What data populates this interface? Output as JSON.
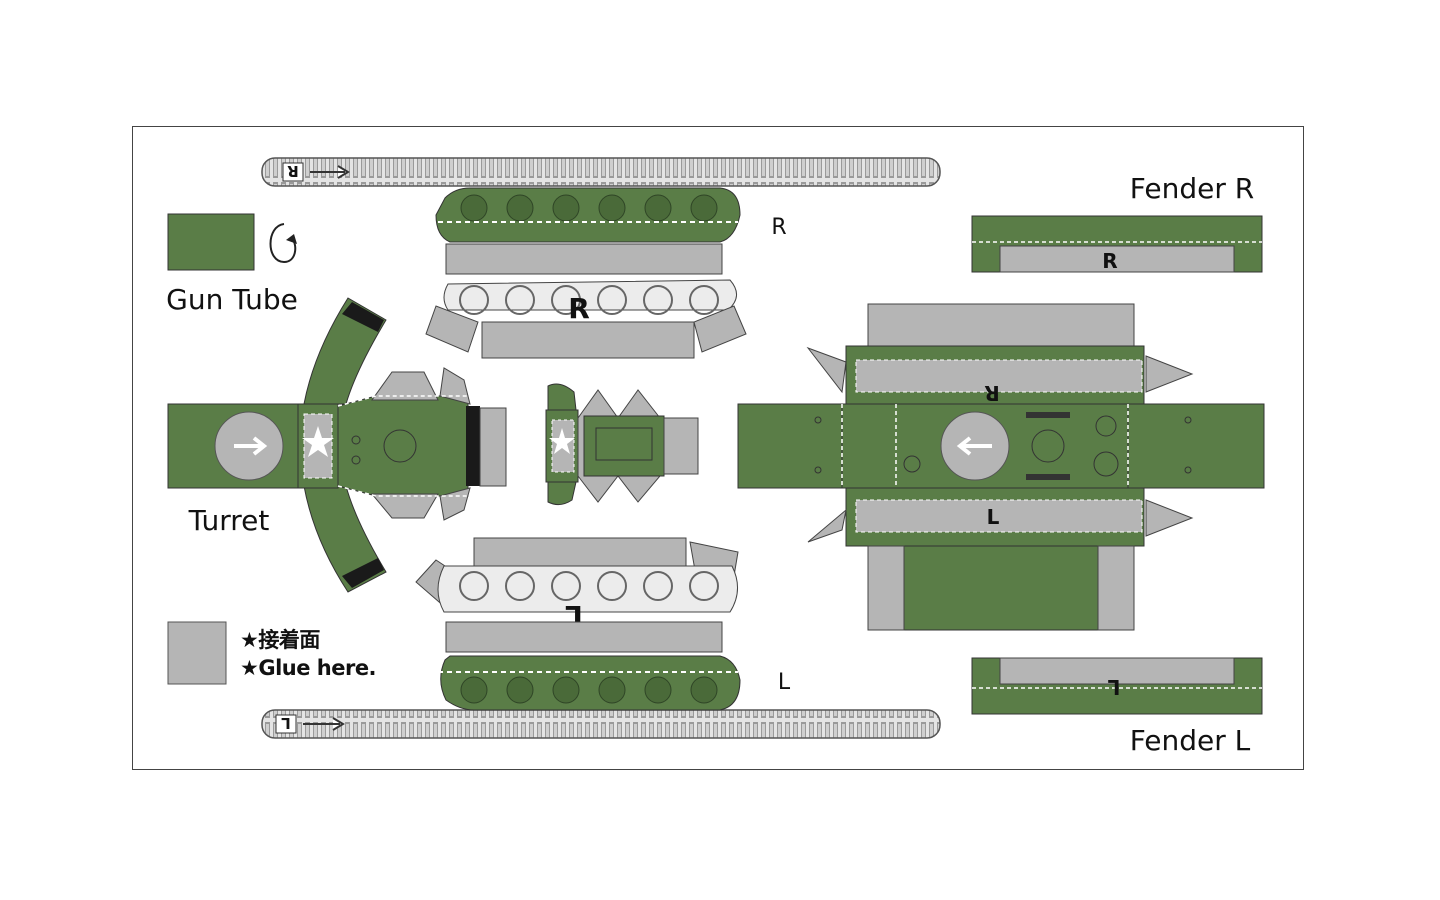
{
  "colors": {
    "green": "#5a7d47",
    "gray": "#b5b5b5",
    "dark": "#1a1a1a",
    "outline": "#444444"
  },
  "labels": {
    "gun_tube": "Gun Tube",
    "turret": "Turret",
    "fender_r": "Fender R",
    "fender_l": "Fender L",
    "track_r_side": "R",
    "track_l_side": "L",
    "hull_r_mark": "R",
    "hull_l_mark": "L",
    "track_r_mark": "R",
    "track_l_mark": "L",
    "fender_r_mark": "R",
    "fender_l_mark": "L",
    "tread_r_mark": "R",
    "tread_l_mark": "L"
  },
  "legend": {
    "glue_jp": "★接着面",
    "glue_en": "★Glue here."
  },
  "icons": {
    "rotate": "rotate-arrow-icon",
    "star": "star-icon",
    "arrow_right": "arrow-right-icon",
    "arrow_left": "arrow-left-icon"
  }
}
